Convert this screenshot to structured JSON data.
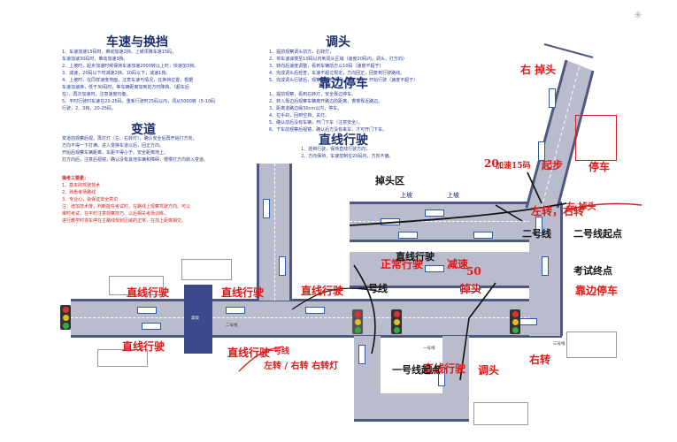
{
  "left_column": {
    "title": "车速与换挡",
    "lines": [
      "1、车速加速15码时，推动加速2挡。上坡须降车速15码，",
      "车速加速30码时，推动加速3挡。",
      "2、上坡时，起步加速时候保持车速加速2000转以上时，快速加3挡。",
      "3、减速，20码以下时减速2挡，10码以下，减速1挡。",
      "4、上坡时，在同样速度地面，注意车速与情况，在换挡位置，根据",
      "车速加速换，低于30码时，等车辆距离加到前方时降挡。（超车后",
      "在），再次加速时，注意速度均衡。",
      "5、平时行驶时车速在20-25码，重新行驶时25码以内，须从5000转（5-10码",
      "行驶，2、3挡，20-25码。"
    ],
    "lane_title": "变道",
    "lane_lines": [
      "变道前观察后视，再打灯（左、右转灯），确认安全后再开始打方向，",
      "方向不得一下打满。进入变换车道以后，回正方向。",
      "开始后观察车辆距离，车距不得小于。安全距离地上。",
      "打方向后，注意后视镜，确认没有其他车辆和障碍，慢慢打方向转入变道。"
    ],
    "notes_title": "操考三要素：",
    "notes": [
      "1、基本的驾驶技术",
      "2、熟悉考场路线",
      "3、专业心，会保证安全意识",
      "注：增加技术度，判断能在考试时，在路线上观察驾驶方向。可以",
      "审时考试，在平时注意观察技巧、以后相关考场训练，",
      "进行教学时将车停在主路线规划区域的正常，在加上距离相交。"
    ]
  },
  "middle_column": {
    "title": "调头",
    "lines": [
      "1、提前观察调头前方，右转灯，",
      "2、将车速减慢至10码以内到调头区域（速度20码内，调头，打方向）",
      "3、转向后速度调整，看到车辆前方以10码（速度不超于）",
      "4、完成调头后检查，车速不超过规定，方向回正，回复到行驶路线。",
      "5、完成调头行驶后，观察前后方情况，回正方向，开始行驶（速度不超于）"
    ],
    "park_title": "靠边停车",
    "park_lines": [
      "1、提前观察，看到右转灯，安全靠边停车。",
      "2、转入靠边后观察车辆离开路边的距离，慢慢靠近路边。",
      "3、距离道路边缘30cm以内，停车。",
      "4、拉手刹，回到空挡，关灯。",
      "5、确认前后没有车辆，开门下车（注意安全）。",
      "6、下车前观察后视镜，确认后方没有来车，才可开门下车。"
    ]
  },
  "straight_section": {
    "title": "直线行驶",
    "lines": [
      "1、挂挡行驶，保持直线行驶方向，",
      "2、方向保持，车速控制在20码内，方向不偏。"
    ]
  },
  "map_labels": {
    "uphill_left": "上坡",
    "uphill_right": "上坡",
    "box_label": "高架",
    "lane_1": "一号线",
    "lane_2": "二号线",
    "lane_3": "三号线"
  },
  "handwriting": {
    "red": [
      "直线行驶",
      "直线行驶",
      "直线行驶",
      "直线行驶",
      "直线行驶",
      "左转 / 右转 右转灯",
      "正常行驶",
      "减速",
      "掉头",
      "起步",
      "20",
      "50",
      "加速15码",
      "停车",
      "靠边停车",
      "右转",
      "直线行驶",
      "左转，右转",
      "调头",
      "左 掉头",
      "右 掉头",
      "一号线"
    ],
    "black": [
      "直线行驶",
      "掉头区",
      "二号线起点",
      "二号线",
      "一号线起点",
      "一号线",
      "考试终点"
    ]
  },
  "colors": {
    "road": "#b9bccc",
    "wall": "#4e5880",
    "car_outline": "#2e5aa8",
    "text_blue": "#2a3c8a",
    "handwriting_red": "#e01818",
    "box_fill": "#3c4a8c"
  }
}
